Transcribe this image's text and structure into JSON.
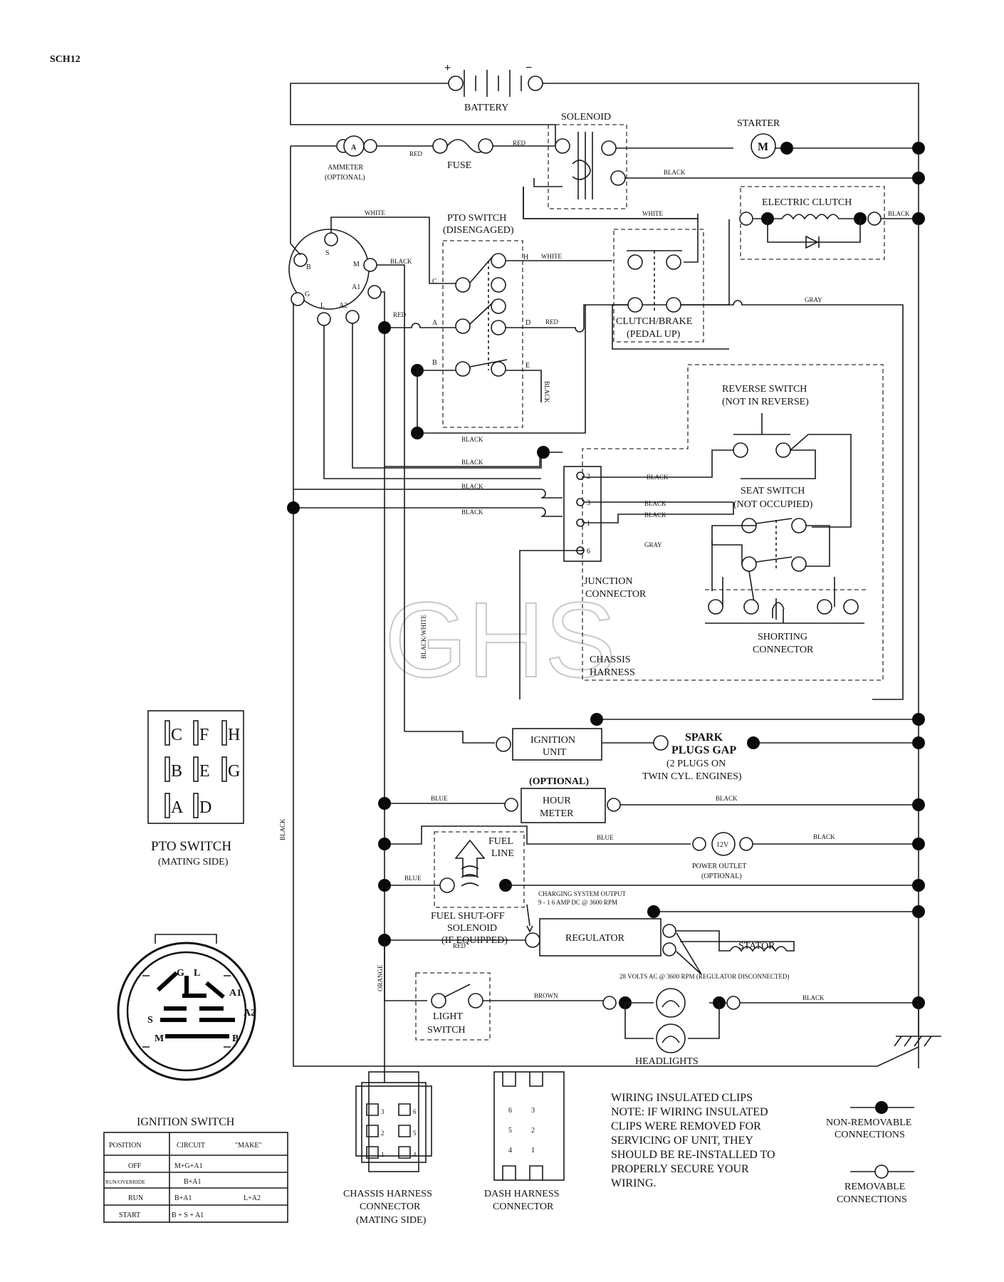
{
  "header": {
    "doc_code": "SCH12"
  },
  "watermark": "GHS",
  "components": {
    "battery": "BATTERY",
    "battery_plus": "+",
    "battery_minus": "−",
    "solenoid": "SOLENOID",
    "starter": "STARTER",
    "starter_motor": "M",
    "ammeter": "AMMETER",
    "ammeter_optional": "(OPTIONAL)",
    "ammeter_symbol": "A",
    "fuse": "FUSE",
    "pto_switch": "PTO SWITCH",
    "pto_switch_state": "(DISENGAGED)",
    "electric_clutch": "ELECTRIC CLUTCH",
    "clutch_brake": "CLUTCH/BRAKE",
    "clutch_brake_state": "(PEDAL UP)",
    "reverse_switch": "REVERSE SWITCH",
    "reverse_switch_state": "(NOT IN REVERSE)",
    "seat_switch": "SEAT SWITCH",
    "seat_switch_state": "(NOT OCCUPIED)",
    "junction_connector_1": "JUNCTION",
    "junction_connector_2": "CONNECTOR",
    "shorting_connector_1": "SHORTING",
    "shorting_connector_2": "CONNECTOR",
    "chassis_harness_1": "CHASSIS",
    "chassis_harness_2": "HARNESS",
    "ignition_unit_1": "IGNITION",
    "ignition_unit_2": "UNIT",
    "spark_plugs_1": "SPARK",
    "spark_plugs_2": "PLUGS GAP",
    "spark_plugs_3": "(2 PLUGS ON",
    "spark_plugs_4": "TWIN CYL. ENGINES)",
    "hour_meter_optional": "(OPTIONAL)",
    "hour_meter_1": "HOUR",
    "hour_meter_2": "METER",
    "fuel_line_1": "FUEL",
    "fuel_line_2": "LINE",
    "power_outlet": "POWER OUTLET",
    "power_outlet_optional": "(OPTIONAL)",
    "power_outlet_12v": "12V",
    "fuel_shutoff_1": "FUEL SHUT-OFF",
    "fuel_shutoff_2": "SOLENOID",
    "fuel_shutoff_3": "(IF EQUIPPED)",
    "charging_output_1": "CHARGING SYSTEM OUTPUT",
    "charging_output_2": "9 - 1 6 AMP DC @ 3600 RPM",
    "regulator": "REGULATOR",
    "stator": "STATOR",
    "stator_note": "28 VOLTS AC @ 3600 RPM (REGULATOR DISCONNECTED)",
    "light_switch_1": "LIGHT",
    "light_switch_2": "SWITCH",
    "headlights": "HEADLIGHTS"
  },
  "terminals": {
    "ign_B": "B",
    "ign_S": "S",
    "ign_M": "M",
    "ign_A1": "A1",
    "ign_G": "G",
    "ign_L": "L",
    "ign_A2": "A2",
    "pto_C": "C",
    "pto_H": "H",
    "pto_A": "A",
    "pto_D": "D",
    "pto_B": "B",
    "pto_E": "E",
    "jc_2": "2",
    "jc_3": "3",
    "jc_1": "1",
    "jc_6": "6"
  },
  "wire_labels": {
    "red1": "RED",
    "red2": "RED",
    "black_starter": "BLACK",
    "black_clutch": "BLACK",
    "white_top": "WHITE",
    "white_clutch": "WHITE",
    "black_m": "BLACK",
    "white_h": "WHITE",
    "red_a": "RED",
    "red_d": "RED",
    "gray_top": "GRAY",
    "black_vert": "BLACK",
    "black_j1": "BLACK",
    "black_j2": "BLACK",
    "black_j3": "BLACK",
    "black_j4": "BLACK",
    "black_rs": "BLACK",
    "black_ss1": "BLACK",
    "black_ss2": "BLACK",
    "gray_6": "GRAY",
    "black_white": "BLACK/WHITE",
    "black_left": "BLACK",
    "blue_hm": "BLUE",
    "black_hm": "BLACK",
    "blue_po": "BLUE",
    "black_po": "BLACK",
    "blue_fs": "BLUE",
    "red_reg": "RED",
    "orange": "ORANGE",
    "brown": "BROWN",
    "black_hl": "BLACK"
  },
  "pto_mating": {
    "title": "PTO SWITCH",
    "subtitle": "(MATING SIDE)",
    "pins": [
      "C",
      "F",
      "H",
      "B",
      "E",
      "G",
      "A",
      "D"
    ]
  },
  "ignition_switch": {
    "title": "IGNITION SWITCH",
    "face_labels": [
      "G",
      "L",
      "A1",
      "A2",
      "S",
      "M",
      "B"
    ],
    "table_headers": [
      "POSITION",
      "CIRCUIT",
      "\"MAKE\""
    ],
    "table_rows": [
      [
        "OFF",
        "M+G+A1",
        ""
      ],
      [
        "RUN/OVERRIDE",
        "B+A1",
        ""
      ],
      [
        "RUN",
        "B+A1",
        "L+A2"
      ],
      [
        "START",
        "B + S + A1",
        ""
      ]
    ]
  },
  "chassis_connector": {
    "label_1": "CHASSIS HARNESS",
    "label_2": "CONNECTOR",
    "label_3": "(MATING SIDE)",
    "pins": [
      "3",
      "6",
      "2",
      "5",
      "1",
      "4"
    ]
  },
  "dash_connector": {
    "label_1": "DASH HARNESS",
    "label_2": "CONNECTOR",
    "pins": [
      "6",
      "3",
      "5",
      "2",
      "4",
      "1"
    ]
  },
  "note": {
    "line1": "WIRING INSULATED CLIPS",
    "line2": "NOTE:  IF WIRING INSULATED",
    "line3": "CLIPS WERE REMOVED FOR",
    "line4": "SERVICING OF UNIT, THEY",
    "line5": "SHOULD BE RE-INSTALLED TO",
    "line6": "PROPERLY SECURE YOUR",
    "line7": "WIRING."
  },
  "legend": {
    "non_removable_1": "NON-REMOVABLE",
    "non_removable_2": "CONNECTIONS",
    "removable_1": "REMOVABLE",
    "removable_2": "CONNECTIONS"
  }
}
